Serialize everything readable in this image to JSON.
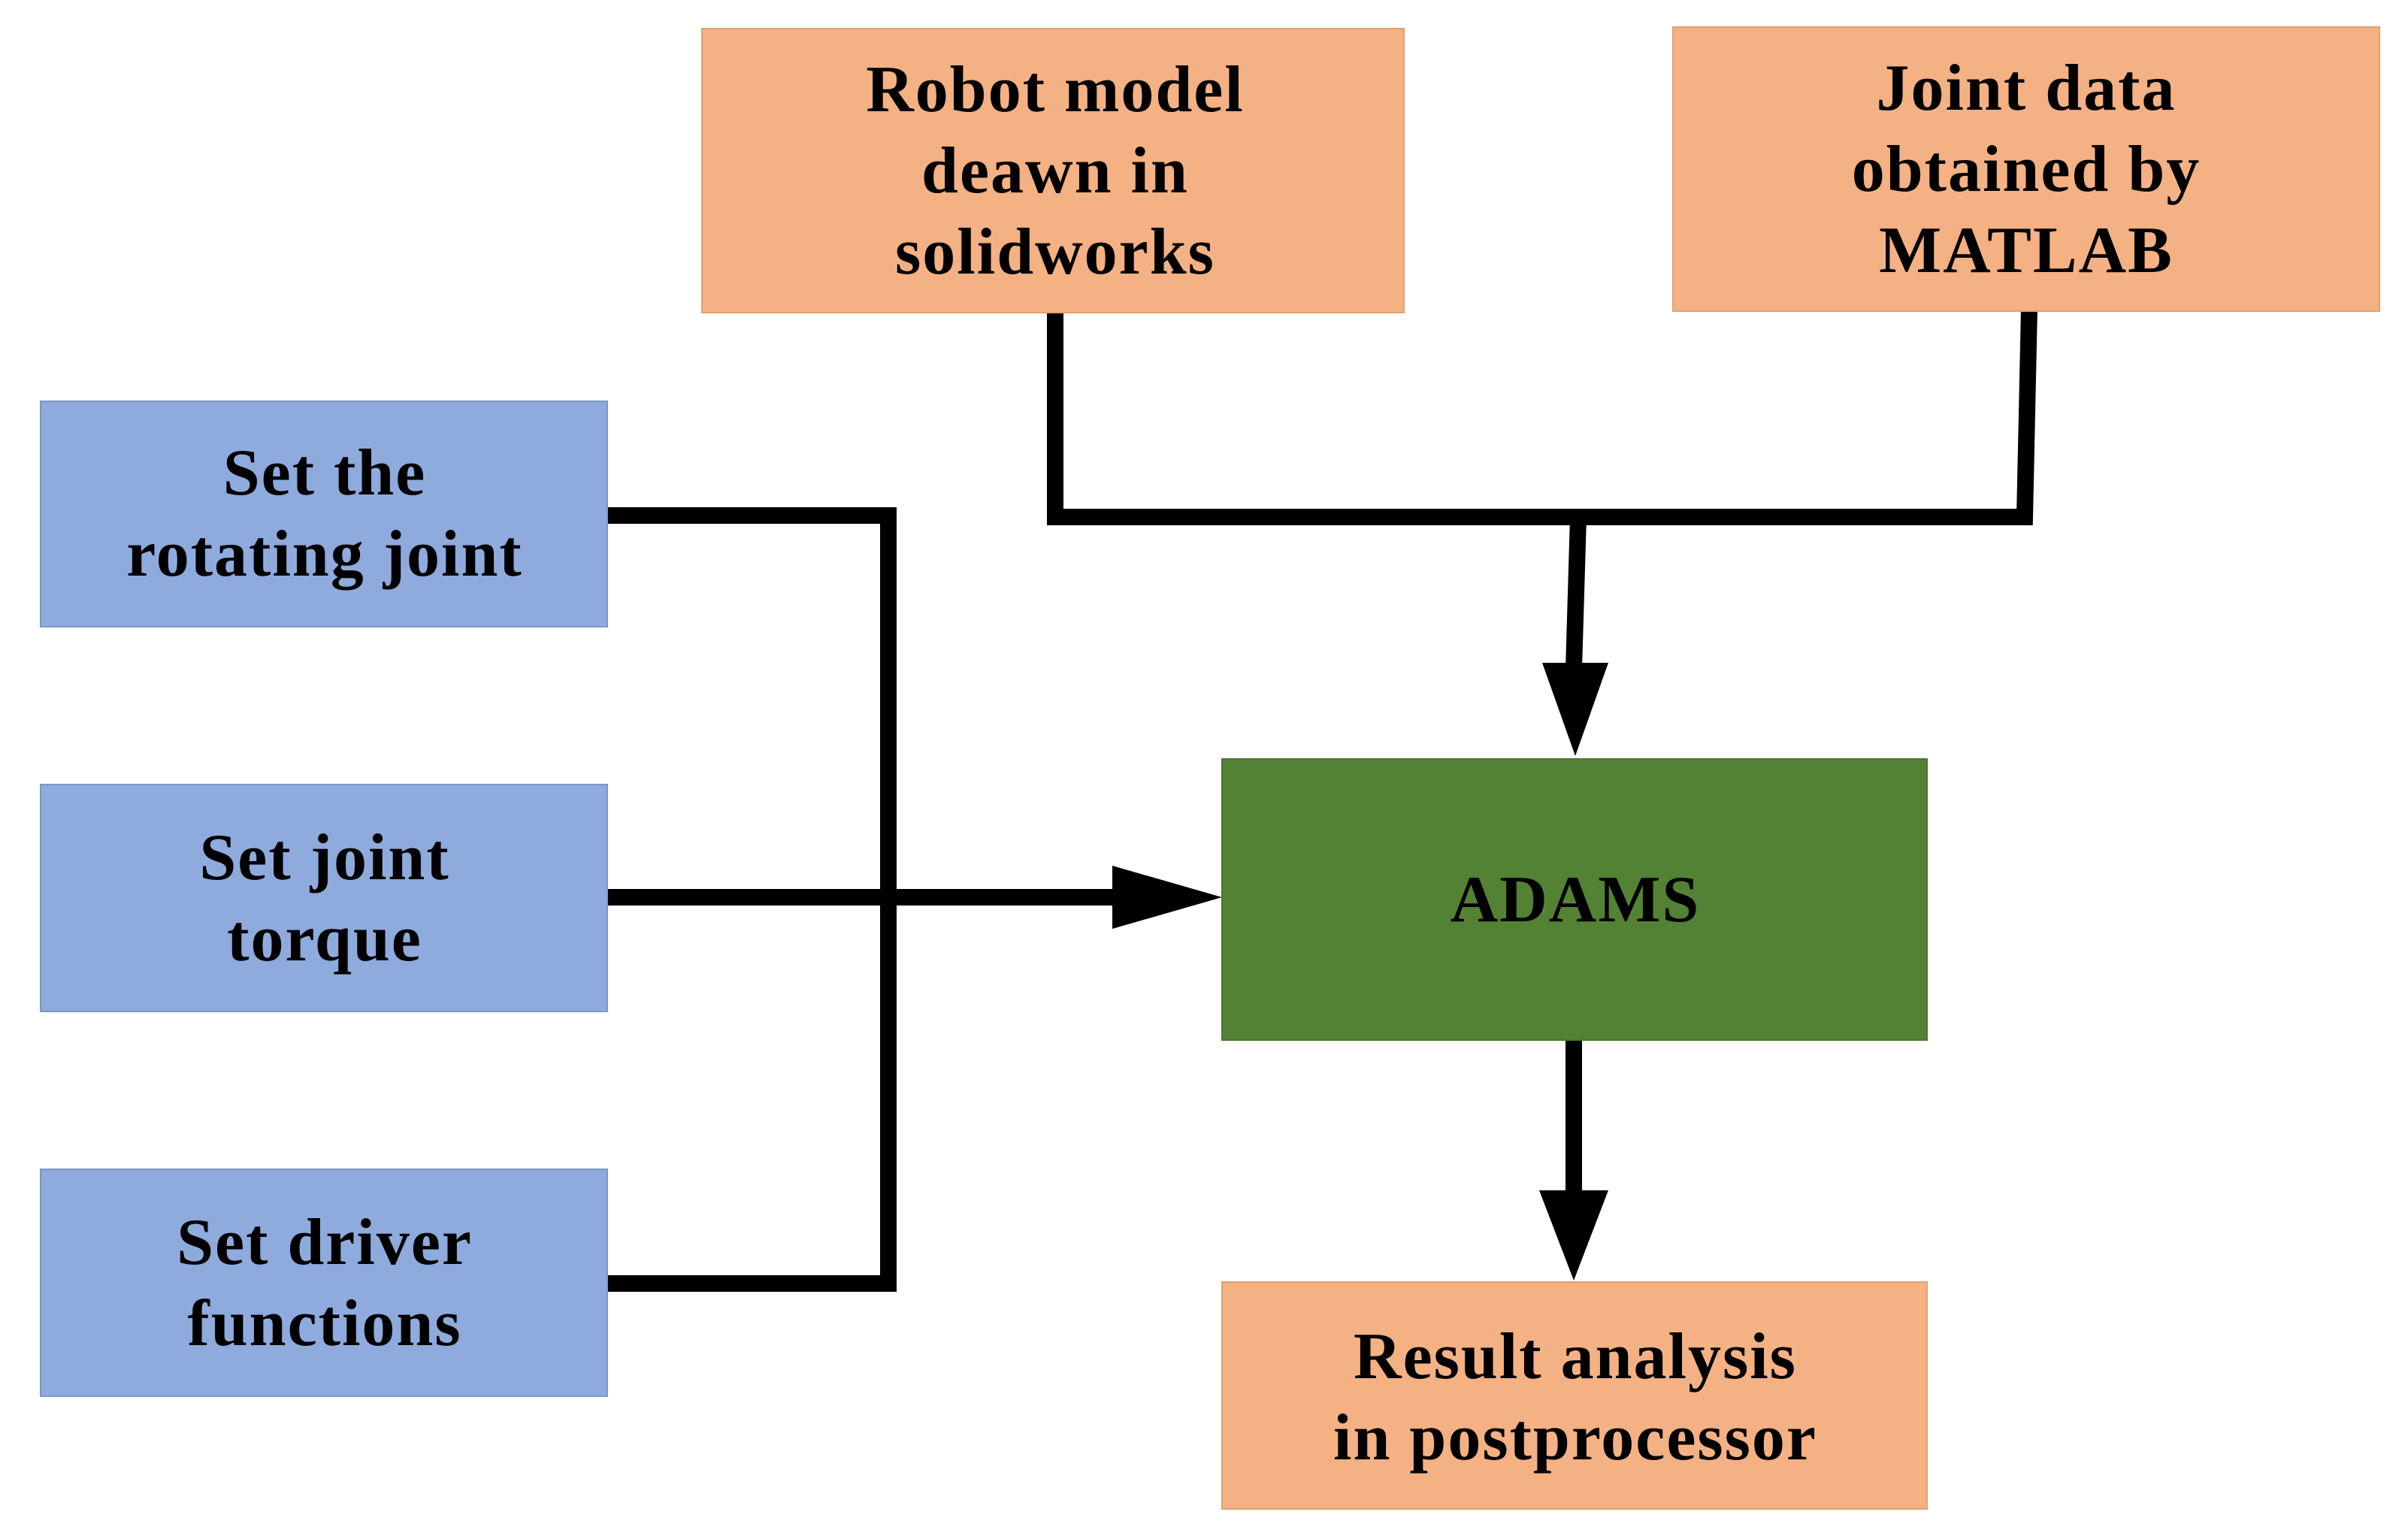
{
  "nodes": {
    "robot_model": {
      "lines": [
        "Robot model",
        "deawn in",
        "solidworks"
      ],
      "color": "#f4b183"
    },
    "joint_data": {
      "lines": [
        "Joint data",
        "obtained by",
        "MATLAB"
      ],
      "color": "#f4b183"
    },
    "rotating_joint": {
      "lines": [
        "Set the",
        "rotating joint"
      ],
      "color": "#8faadc"
    },
    "joint_torque": {
      "lines": [
        "Set joint",
        "torque"
      ],
      "color": "#8faadc"
    },
    "driver_functions": {
      "lines": [
        "Set driver",
        "functions"
      ],
      "color": "#8faadc"
    },
    "adams": {
      "lines": [
        "ADAMS"
      ],
      "color": "#548235"
    },
    "result_analysis": {
      "lines": [
        "Result analysis",
        "in postprocessor"
      ],
      "color": "#f4b183"
    }
  },
  "edges": [
    {
      "from": "robot_model",
      "to": "adams"
    },
    {
      "from": "joint_data",
      "to": "adams"
    },
    {
      "from": "rotating_joint",
      "to": "adams"
    },
    {
      "from": "joint_torque",
      "to": "adams"
    },
    {
      "from": "driver_functions",
      "to": "adams"
    },
    {
      "from": "adams",
      "to": "result_analysis"
    }
  ]
}
